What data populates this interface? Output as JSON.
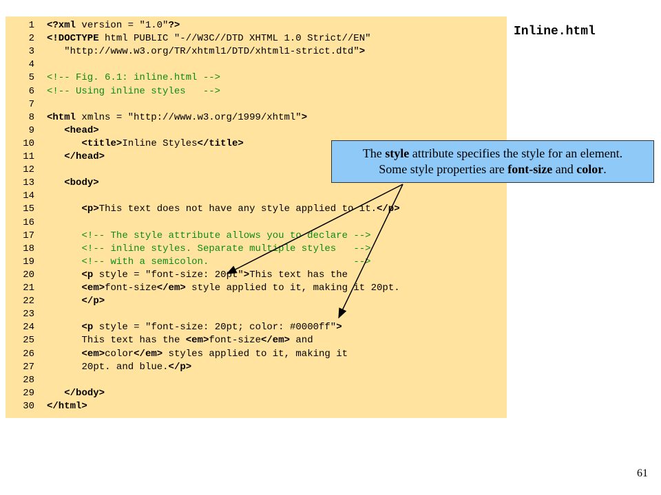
{
  "filename": "Inline.html",
  "page_number": "61",
  "callout": {
    "parts": [
      {
        "text": "The ",
        "bold": false
      },
      {
        "text": "style",
        "bold": true
      },
      {
        "text": " attribute specifies the style for an element.",
        "bold": false
      },
      {
        "text": "\n",
        "bold": false
      },
      {
        "text": "Some style properties are ",
        "bold": false
      },
      {
        "text": "font-size",
        "bold": true
      },
      {
        "text": " and ",
        "bold": false
      },
      {
        "text": "color",
        "bold": true
      },
      {
        "text": ".",
        "bold": false
      }
    ]
  },
  "code_lines": [
    {
      "n": "1",
      "indent": 0,
      "segs": [
        [
          "tag",
          "<?xml"
        ],
        [
          "text",
          " version = "
        ],
        [
          "val",
          "\"1.0\""
        ],
        [
          "tag",
          "?>"
        ]
      ]
    },
    {
      "n": "2",
      "indent": 0,
      "segs": [
        [
          "tag",
          "<!DOCTYPE"
        ],
        [
          "text",
          " html PUBLIC "
        ],
        [
          "val",
          "\"-//W3C//DTD XHTML 1.0 Strict//EN\""
        ]
      ]
    },
    {
      "n": "3",
      "indent": 3,
      "segs": [
        [
          "val",
          "\"http://www.w3.org/TR/xhtml1/DTD/xhtml1-strict.dtd\""
        ],
        [
          "tag",
          ">"
        ]
      ]
    },
    {
      "n": "4",
      "indent": 0,
      "segs": []
    },
    {
      "n": "5",
      "indent": 0,
      "segs": [
        [
          "comment",
          "<!-- Fig. 6.1: inline.html -->"
        ]
      ]
    },
    {
      "n": "6",
      "indent": 0,
      "segs": [
        [
          "comment",
          "<!-- Using inline styles   -->"
        ]
      ]
    },
    {
      "n": "7",
      "indent": 0,
      "segs": []
    },
    {
      "n": "8",
      "indent": 0,
      "segs": [
        [
          "tag",
          "<html"
        ],
        [
          "text",
          " xmlns = "
        ],
        [
          "val",
          "\"http://www.w3.org/1999/xhtml\""
        ],
        [
          "tag",
          ">"
        ]
      ]
    },
    {
      "n": "9",
      "indent": 3,
      "segs": [
        [
          "tag",
          "<head>"
        ]
      ]
    },
    {
      "n": "10",
      "indent": 6,
      "segs": [
        [
          "tag",
          "<title>"
        ],
        [
          "text",
          "Inline Styles"
        ],
        [
          "tag",
          "</title>"
        ]
      ]
    },
    {
      "n": "11",
      "indent": 3,
      "segs": [
        [
          "tag",
          "</head>"
        ]
      ]
    },
    {
      "n": "12",
      "indent": 0,
      "segs": []
    },
    {
      "n": "13",
      "indent": 3,
      "segs": [
        [
          "tag",
          "<body>"
        ]
      ]
    },
    {
      "n": "14",
      "indent": 0,
      "segs": []
    },
    {
      "n": "15",
      "indent": 6,
      "segs": [
        [
          "tag",
          "<p>"
        ],
        [
          "text",
          "This text does not have any style applied to it."
        ],
        [
          "tag",
          "</p>"
        ]
      ]
    },
    {
      "n": "16",
      "indent": 0,
      "segs": []
    },
    {
      "n": "17",
      "indent": 6,
      "segs": [
        [
          "comment",
          "<!-- The style attribute allows you to declare -->"
        ]
      ]
    },
    {
      "n": "18",
      "indent": 6,
      "segs": [
        [
          "comment",
          "<!-- inline styles. Separate multiple styles   -->"
        ]
      ]
    },
    {
      "n": "19",
      "indent": 6,
      "segs": [
        [
          "comment",
          "<!-- with a semicolon.                         -->"
        ]
      ]
    },
    {
      "n": "20",
      "indent": 6,
      "segs": [
        [
          "tag",
          "<p"
        ],
        [
          "text",
          " style = "
        ],
        [
          "val",
          "\"font-size: 20pt\""
        ],
        [
          "tag",
          ">"
        ],
        [
          "text",
          "This text has the"
        ]
      ]
    },
    {
      "n": "21",
      "indent": 6,
      "segs": [
        [
          "tag",
          "<em>"
        ],
        [
          "text",
          "font-size"
        ],
        [
          "tag",
          "</em>"
        ],
        [
          "text",
          " style applied to it, making it 20pt."
        ]
      ]
    },
    {
      "n": "22",
      "indent": 6,
      "segs": [
        [
          "tag",
          "</p>"
        ]
      ]
    },
    {
      "n": "23",
      "indent": 0,
      "segs": []
    },
    {
      "n": "24",
      "indent": 6,
      "segs": [
        [
          "tag",
          "<p"
        ],
        [
          "text",
          " style = "
        ],
        [
          "val",
          "\"font-size: 20pt; color: #0000ff\""
        ],
        [
          "tag",
          ">"
        ]
      ]
    },
    {
      "n": "25",
      "indent": 6,
      "segs": [
        [
          "text",
          "This text has the "
        ],
        [
          "tag",
          "<em>"
        ],
        [
          "text",
          "font-size"
        ],
        [
          "tag",
          "</em>"
        ],
        [
          "text",
          " and"
        ]
      ]
    },
    {
      "n": "26",
      "indent": 6,
      "segs": [
        [
          "tag",
          "<em>"
        ],
        [
          "text",
          "color"
        ],
        [
          "tag",
          "</em>"
        ],
        [
          "text",
          " styles applied to it, making it"
        ]
      ]
    },
    {
      "n": "27",
      "indent": 6,
      "segs": [
        [
          "text",
          "20pt. and blue."
        ],
        [
          "tag",
          "</p>"
        ]
      ]
    },
    {
      "n": "28",
      "indent": 0,
      "segs": []
    },
    {
      "n": "29",
      "indent": 3,
      "segs": [
        [
          "tag",
          "</body>"
        ]
      ]
    },
    {
      "n": "30",
      "indent": 0,
      "segs": [
        [
          "tag",
          "</html>"
        ]
      ]
    }
  ]
}
